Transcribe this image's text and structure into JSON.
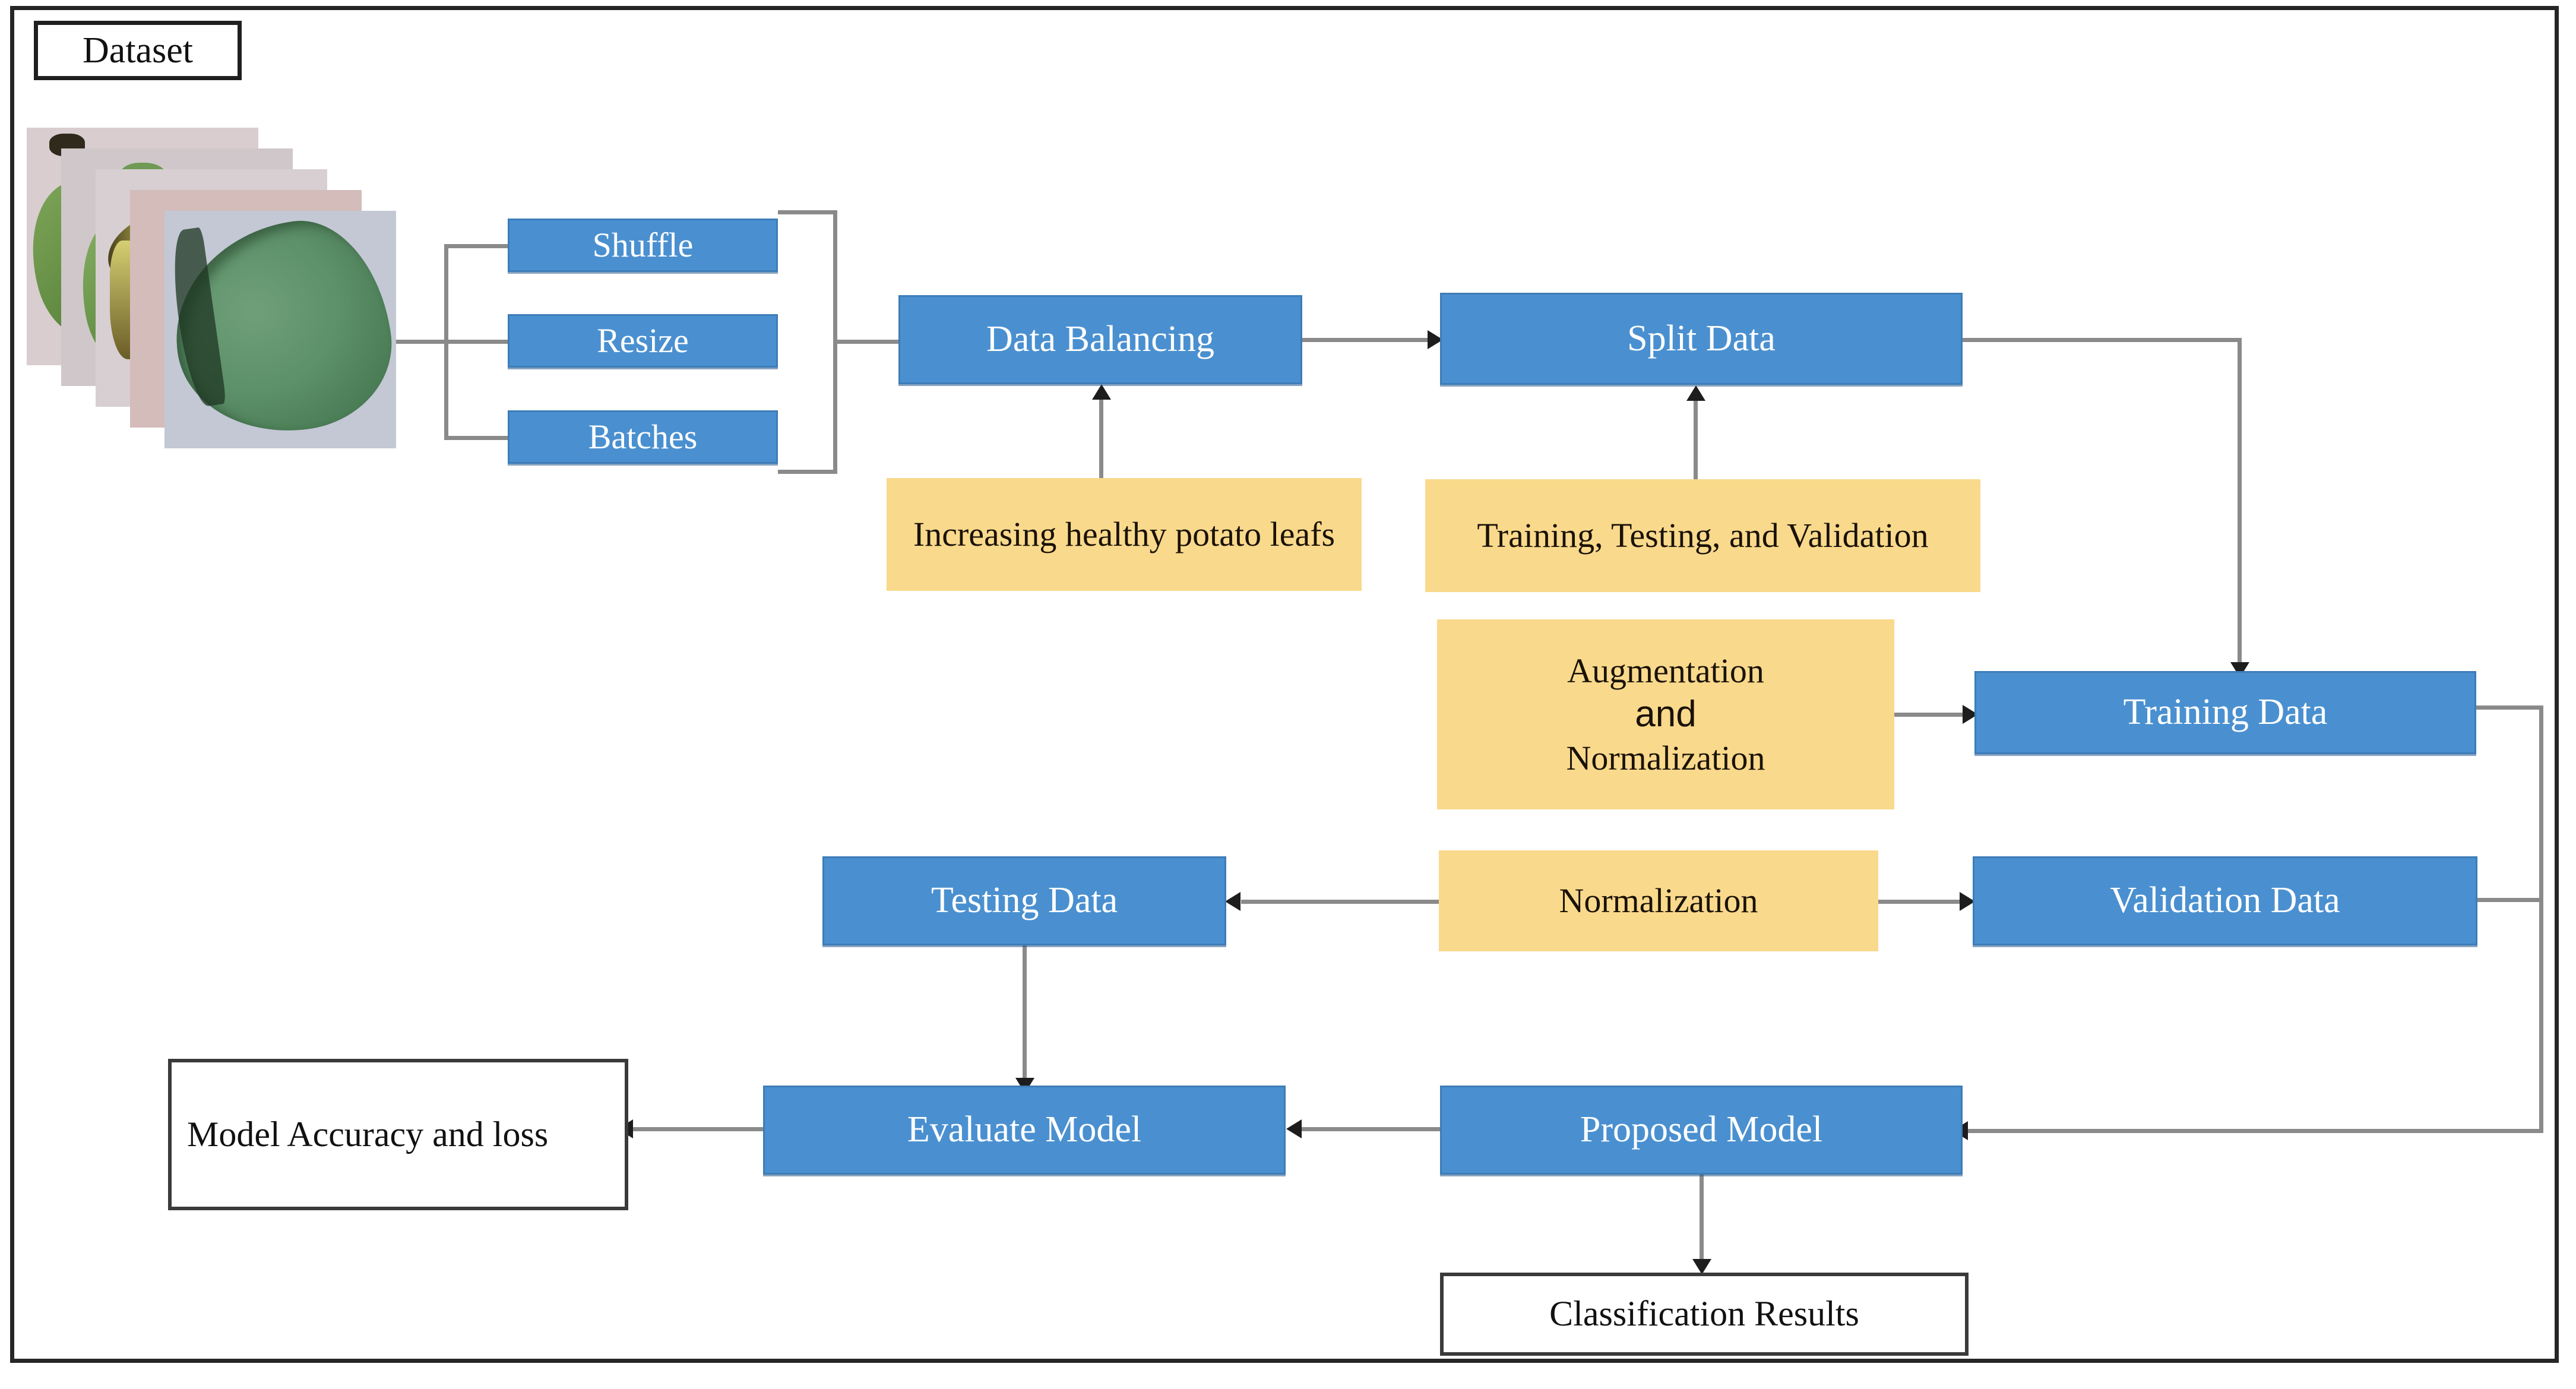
{
  "diagram": {
    "title": "Potato leaf disease classification pipeline flowchart",
    "colors": {
      "process_blue": "#4A90D0",
      "annotation_yellow": "#F9D98C",
      "terminal_white": "#FFFFFF",
      "connector_gray": "#8A8A8A",
      "frame_black": "#262626"
    },
    "nodes": {
      "dataset": "Dataset",
      "shuffle": "Shuffle",
      "resize": "Resize",
      "batches": "Batches",
      "data_balancing": "Data Balancing",
      "increasing_healthy": "Increasing healthy potato leafs",
      "split_data": "Split Data",
      "training_testing_validation": "Training, Testing, and Validation",
      "augmentation_line1": "Augmentation",
      "augmentation_and": "and",
      "augmentation_line3": "Normalization",
      "training_data": "Training Data",
      "normalization": "Normalization",
      "validation_data": "Validation Data",
      "testing_data": "Testing Data",
      "evaluate_model": "Evaluate Model",
      "model_accuracy_loss": "Model Accuracy and loss",
      "proposed_model": "Proposed Model",
      "classification_results": "Classification Results"
    }
  }
}
